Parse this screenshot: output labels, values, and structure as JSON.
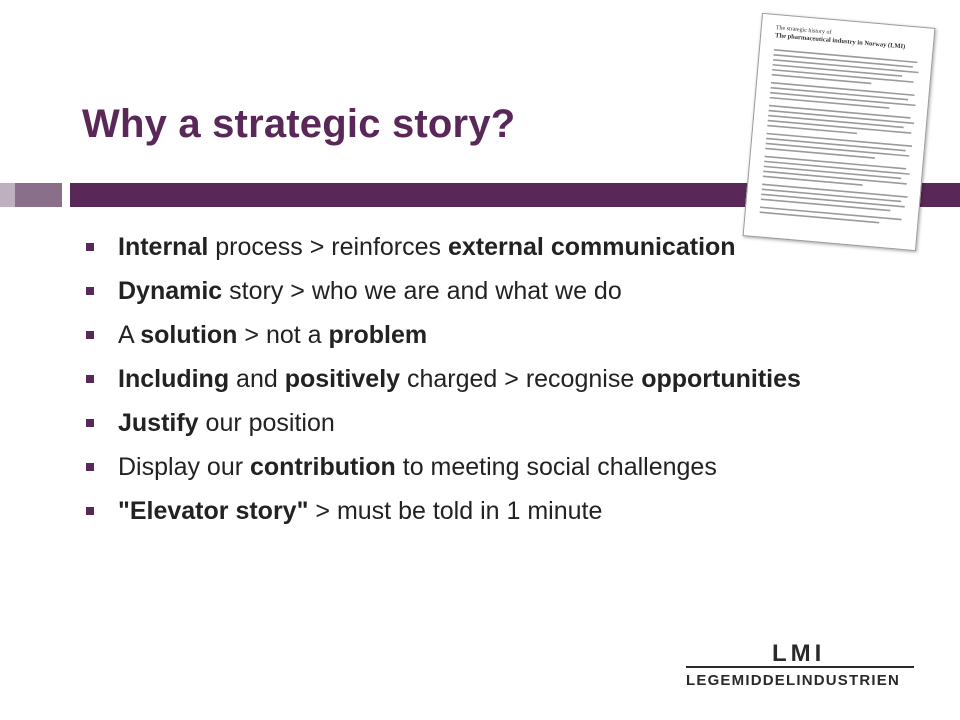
{
  "slide": {
    "title": "Why a strategic story?",
    "bullets": [
      {
        "parts": [
          {
            "text": "Internal",
            "bold": true
          },
          {
            "text": " process > reinforces ",
            "bold": false
          },
          {
            "text": "external communication",
            "bold": true
          }
        ]
      },
      {
        "parts": [
          {
            "text": "Dynamic",
            "bold": true
          },
          {
            "text": " story > who we are and what we do",
            "bold": false
          }
        ]
      },
      {
        "parts": [
          {
            "text": "A ",
            "bold": false
          },
          {
            "text": "solution",
            "bold": true
          },
          {
            "text": " > not a ",
            "bold": false
          },
          {
            "text": "problem",
            "bold": true
          }
        ]
      },
      {
        "parts": [
          {
            "text": "Including",
            "bold": true
          },
          {
            "text": " and ",
            "bold": false
          },
          {
            "text": "positively",
            "bold": true
          },
          {
            "text": " charged > recognise ",
            "bold": false
          },
          {
            "text": "opportunities",
            "bold": true
          }
        ]
      },
      {
        "parts": [
          {
            "text": "Justify",
            "bold": true
          },
          {
            "text": " our position",
            "bold": false
          }
        ]
      },
      {
        "parts": [
          {
            "text": "Display our ",
            "bold": false
          },
          {
            "text": "contribution",
            "bold": true
          },
          {
            "text": " to meeting social challenges",
            "bold": false
          }
        ]
      },
      {
        "parts": [
          {
            "text": "\"Elevator story\"",
            "bold": true
          },
          {
            "text": " > must be told in 1 minute",
            "bold": false
          }
        ]
      }
    ]
  },
  "document_thumbnail": {
    "heading_line1": "The strategic history of",
    "heading_line2": "The pharmaceutical industry in Norway (LMI)"
  },
  "logo": {
    "short": "LMI",
    "full": "LEGEMIDDELINDUSTRIEN"
  },
  "colors": {
    "accent": "#5a2858",
    "accent_mid": "#8a6f8a",
    "accent_light": "#bfb0bf",
    "text": "#222222"
  }
}
